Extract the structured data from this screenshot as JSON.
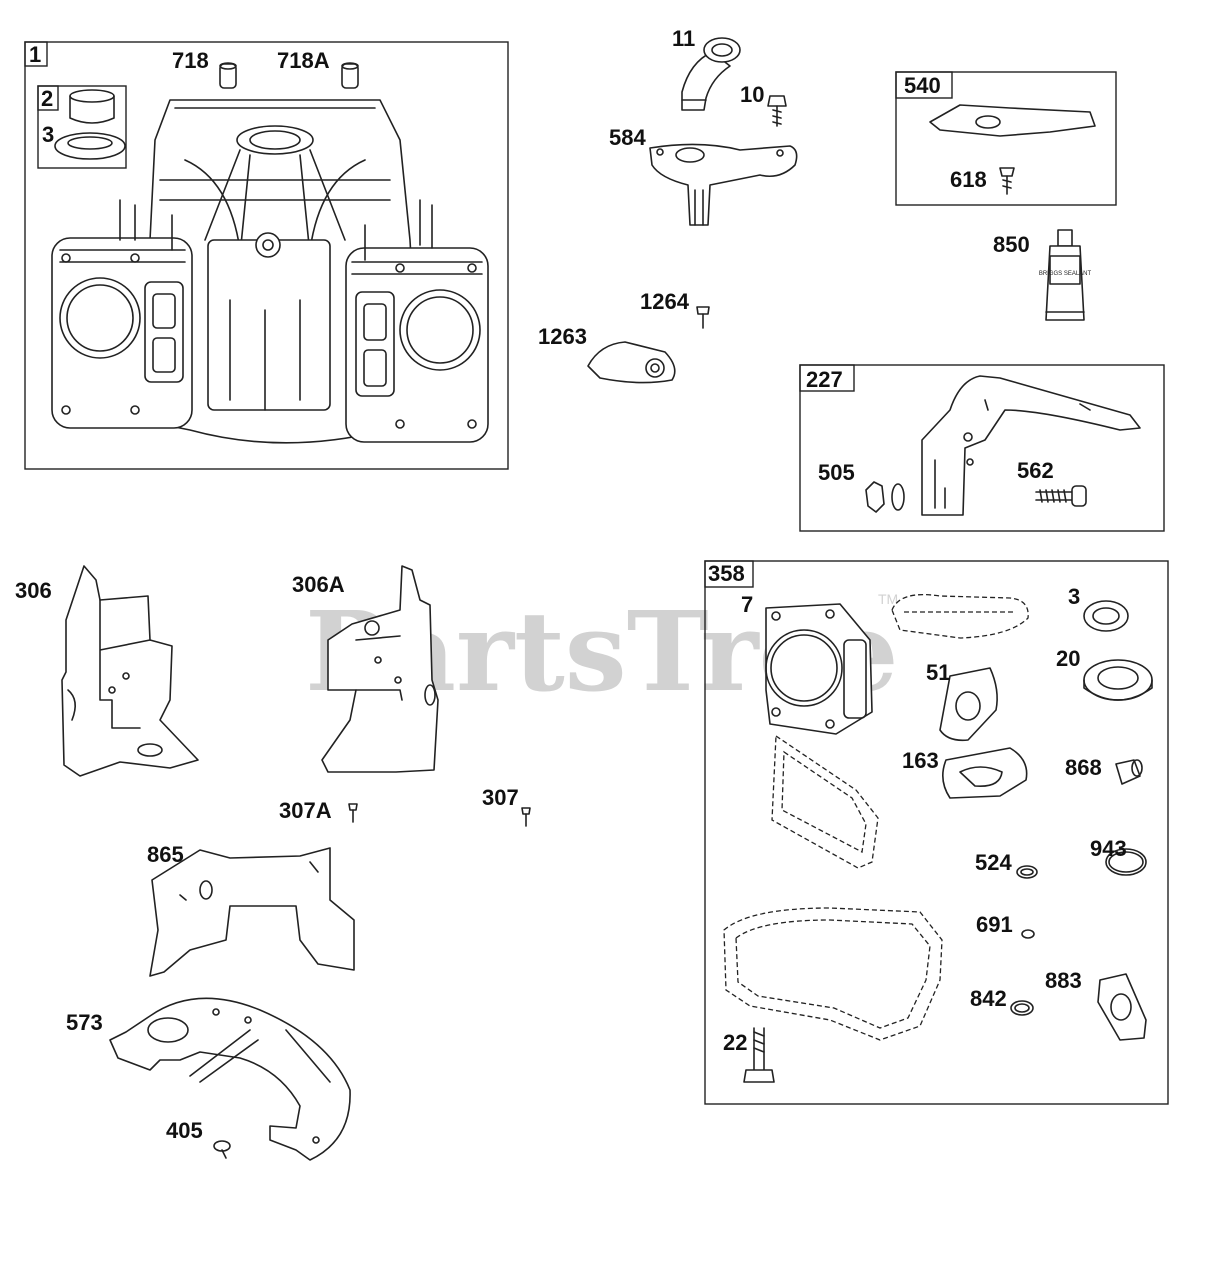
{
  "watermark": {
    "text": "PartsTree",
    "tm": "TM"
  },
  "groups": {
    "g1": "1",
    "g2": "2",
    "g540": "540",
    "g227": "227",
    "g358": "358"
  },
  "labels": {
    "l3a": "3",
    "l718": "718",
    "l718a": "718A",
    "l11": "11",
    "l10": "10",
    "l584": "584",
    "l618": "618",
    "l850": "850",
    "l1264": "1264",
    "l1263": "1263",
    "l505": "505",
    "l562": "562",
    "l306": "306",
    "l306a": "306A",
    "l307a": "307A",
    "l307": "307",
    "l865": "865",
    "l573": "573",
    "l405": "405",
    "l7": "7",
    "l3b": "3",
    "l20": "20",
    "l51": "51",
    "l163": "163",
    "l868": "868",
    "l524": "524",
    "l943": "943",
    "l691": "691",
    "l842": "842",
    "l883": "883",
    "l22": "22"
  },
  "tube": {
    "text": "BRIGGS SEALANT"
  }
}
